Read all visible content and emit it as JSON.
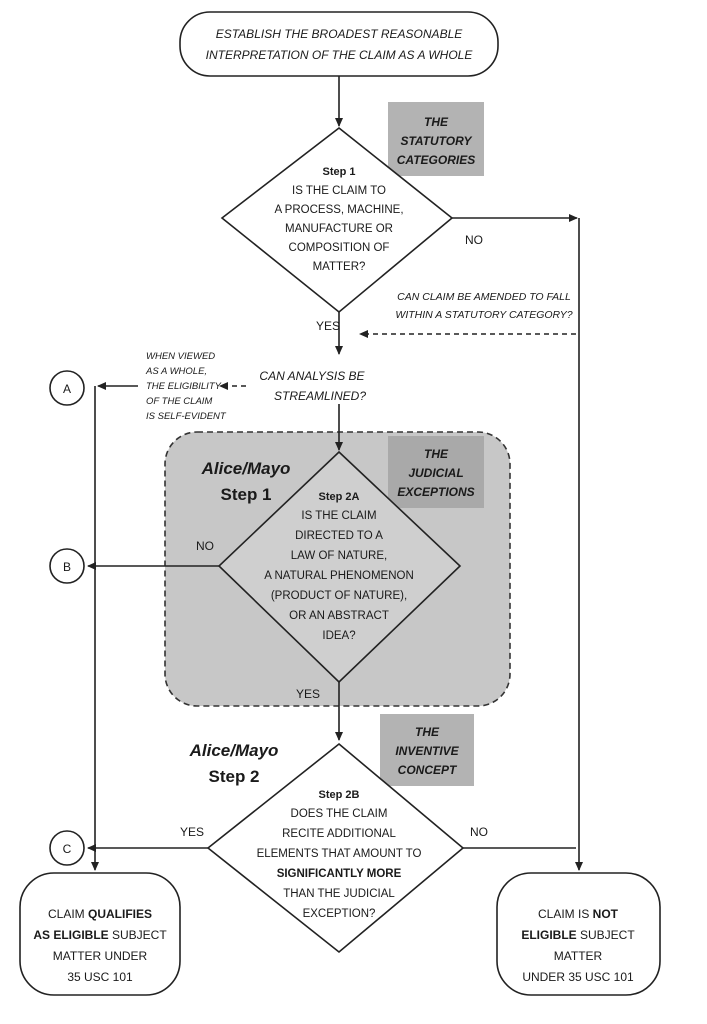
{
  "start": {
    "lines": [
      "ESTABLISH THE BROADEST REASONABLE",
      "INTERPRETATION OF THE CLAIM AS A WHOLE"
    ]
  },
  "tags": {
    "statutory": [
      "THE",
      "STATUTORY",
      "CATEGORIES"
    ],
    "judicial": [
      "THE",
      "JUDICIAL",
      "EXCEPTIONS"
    ],
    "inventive": [
      "THE",
      "INVENTIVE",
      "CONCEPT"
    ]
  },
  "step1": {
    "title": "Step 1",
    "lines": [
      "IS THE CLAIM TO",
      "A PROCESS, MACHINE,",
      "MANUFACTURE OR",
      "COMPOSITION OF",
      "MATTER?"
    ]
  },
  "step2a": {
    "title": "Step 2A",
    "lines": [
      "IS THE CLAIM",
      "DIRECTED TO A",
      "LAW OF NATURE,",
      "A NATURAL PHENOMENON",
      "(PRODUCT OF NATURE),",
      "OR AN ABSTRACT",
      "IDEA?"
    ]
  },
  "step2b": {
    "title": "Step 2B",
    "lines": [
      "DOES THE CLAIM",
      "RECITE ADDITIONAL",
      "ELEMENTS THAT AMOUNT TO"
    ],
    "bold_line": "SIGNIFICANTLY MORE",
    "after_lines": [
      "THAN THE JUDICIAL",
      "EXCEPTION?"
    ]
  },
  "alice1": [
    "Alice/Mayo",
    "Step 1"
  ],
  "alice2": [
    "Alice/Mayo",
    "Step 2"
  ],
  "streamlined": [
    "CAN ANALYSIS BE",
    "STREAMLINED?"
  ],
  "self_evident": [
    "WHEN VIEWED",
    "AS A WHOLE,",
    "THE ELIGIBILITY",
    "OF THE CLAIM",
    "IS SELF-EVIDENT"
  ],
  "amend": [
    "CAN CLAIM BE AMENDED TO FALL",
    "WITHIN A STATUTORY CATEGORY?"
  ],
  "labels": {
    "yes": "YES",
    "no": "NO"
  },
  "connectors": [
    "A",
    "B",
    "C"
  ],
  "eligible": {
    "line1_pre": "CLAIM ",
    "line1_bold": "QUALIFIES",
    "line2_bold": "AS ELIGIBLE",
    "line2_post": " SUBJECT",
    "line3": "MATTER UNDER",
    "line4": "35  USC  101"
  },
  "not_eligible": {
    "line1_pre": "CLAIM IS ",
    "line1_bold": "NOT",
    "line2_bold": "ELIGIBLE",
    "line2_post": " SUBJECT",
    "line3": "MATTER",
    "line4": "UNDER  35  USC  101"
  }
}
